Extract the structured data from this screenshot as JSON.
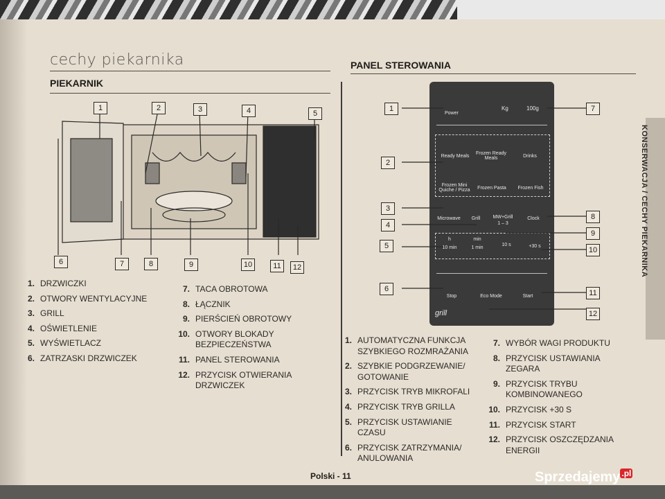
{
  "left": {
    "title": "cechy piekarnika",
    "section": "PIEKARNIK",
    "callouts": [
      "1",
      "2",
      "3",
      "4",
      "5",
      "6",
      "7",
      "8",
      "9",
      "10",
      "11",
      "12"
    ],
    "items_left": [
      {
        "num": "1.",
        "text": "DRZWICZKI"
      },
      {
        "num": "2.",
        "text": "OTWORY WENTYLACYJNE"
      },
      {
        "num": "3.",
        "text": "GRILL"
      },
      {
        "num": "4.",
        "text": "OŚWIETLENIE"
      },
      {
        "num": "5.",
        "text": "WYŚWIETLACZ"
      },
      {
        "num": "6.",
        "text": "ZATRZASKI DRZWICZEK"
      }
    ],
    "items_right": [
      {
        "num": "7.",
        "text": "TACA OBROTOWA"
      },
      {
        "num": "8.",
        "text": "ŁĄCZNIK"
      },
      {
        "num": "9.",
        "text": "PIERŚCIEŃ OBROTOWY"
      },
      {
        "num": "10.",
        "text": "OTWORY BLOKADY BEZPIECZEŃSTWA"
      },
      {
        "num": "11.",
        "text": "PANEL STEROWANIA"
      },
      {
        "num": "12.",
        "text": "PRZYCISK OTWIERANIA DRZWICZEK"
      }
    ]
  },
  "right": {
    "section": "PANEL STEROWANIA",
    "panel": {
      "power": "Power",
      "kg": "Kg",
      "weight": "100g",
      "ready_meals": "Ready Meals",
      "frozen_ready_meals": "Frozen Ready Meals",
      "drinks": "Drinks",
      "frozen_mini_quiche": "Frozen Mini Quiche / Pizza",
      "frozen_pasta": "Frozen Pasta",
      "frozen_fish": "Frozen Fish",
      "microwave": "Microwave",
      "grill": "Grill",
      "mw_grill": "MW+Grill",
      "mw_grill_sub": "1 – 3",
      "clock": "Clock",
      "t_h": "h",
      "t_10min": "10 min",
      "t_min": "min",
      "t_1min": "1 min",
      "t_10s": "10 s",
      "plus30": "+30 s",
      "stop": "Stop",
      "eco": "Eco Mode",
      "start": "Start",
      "brand": "grill"
    },
    "items_left": [
      {
        "num": "1.",
        "text": "AUTOMATYCZNA FUNKCJA SZYBKIEGO ROZMRAŻANIA"
      },
      {
        "num": "2.",
        "text": "SZYBKIE PODGRZEWANIE/ GOTOWANIE"
      },
      {
        "num": "3.",
        "text": "PRZYCISK TRYB MIKROFALI"
      },
      {
        "num": "4.",
        "text": "PRZYCISK TRYB GRILLA"
      },
      {
        "num": "5.",
        "text": "PRZYCISK USTAWIANIE CZASU"
      },
      {
        "num": "6.",
        "text": "PRZYCISK ZATRZYMANIA/ ANULOWANIA"
      }
    ],
    "items_right": [
      {
        "num": "7.",
        "text": "WYBÓR WAGI PRODUKTU"
      },
      {
        "num": "8.",
        "text": "PRZYCISK USTAWIANIA ZEGARA"
      },
      {
        "num": "9.",
        "text": "PRZYCISK TRYBU KOMBINOWANEGO"
      },
      {
        "num": "10.",
        "text": "PRZYCISK +30 S"
      },
      {
        "num": "11.",
        "text": "PRZYCISK START"
      },
      {
        "num": "12.",
        "text": "PRZYCISK OSZCZĘDZANIA ENERGII"
      }
    ]
  },
  "side_tab": "KONSERWACJA / CECHY PIEKARNIKA",
  "footer": "Polski - 11",
  "watermark": {
    "text": "Sprzedajemy",
    "suffix": ".pl"
  }
}
